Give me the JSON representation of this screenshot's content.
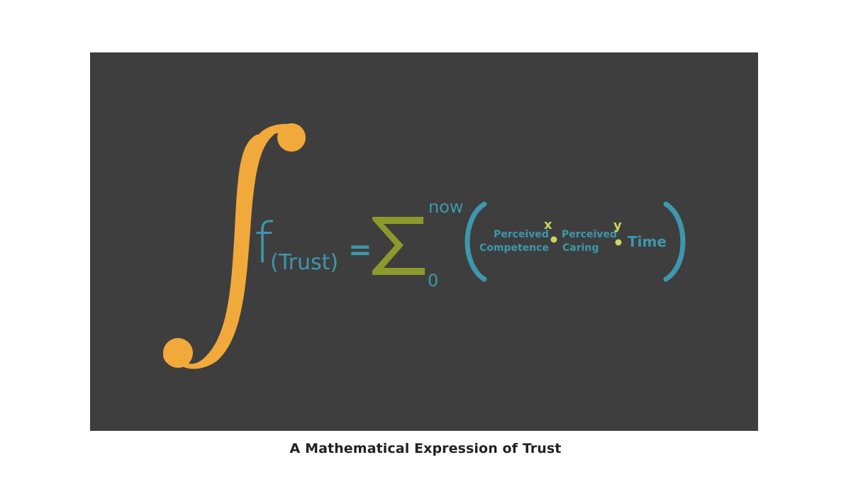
{
  "formula": {
    "function_letter": "f",
    "argument": "(Trust)",
    "equals": "=",
    "sum_upper_limit": "now",
    "sum_lower_limit": "0",
    "term1_line1": "Perceived",
    "term1_line2": "Competence",
    "exponent_x": "x",
    "term2_line1": "Perceived",
    "term2_line2": "Caring",
    "exponent_y": "y",
    "term3": "Time"
  },
  "caption": "A Mathematical Expression of Trust",
  "colors": {
    "background": "#3e3e3e",
    "integral": "#f2a93b",
    "teal": "#3d97ad",
    "green": "#8c9a2b",
    "lime": "#c8d65a",
    "caption": "#222222"
  }
}
